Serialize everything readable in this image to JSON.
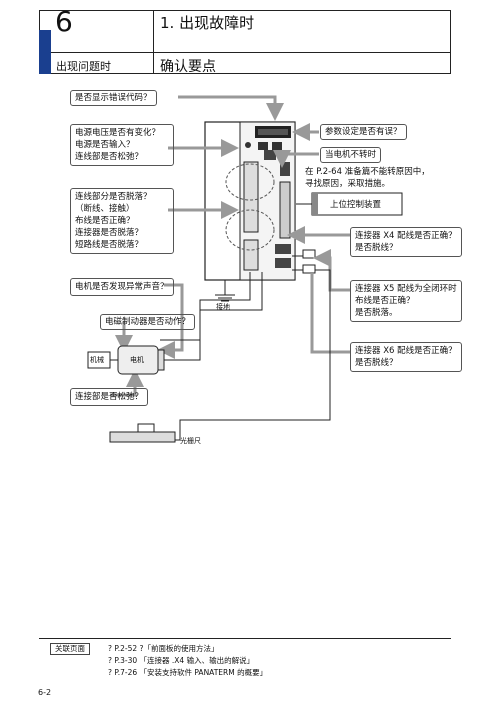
{
  "header": {
    "chapter_number": "6",
    "title": "1. 出现故障时",
    "left_label": "出现问题时",
    "right_label": "确认要点",
    "accent_color": "#1a3f8f"
  },
  "callouts": {
    "error_code": "是否显示错误代码？",
    "power": [
      "电源电压是否有变化？",
      "电源是否输入？",
      "连线部是否松弛？"
    ],
    "wiring": [
      "连线部分是否脱落？",
      "（断线、接触）",
      "布线是否正确？",
      "连接器是否脱落？",
      "短路线是否脱落？"
    ],
    "params": "参数设定是否有误？",
    "motor_not_running": "当电机不转时",
    "motor_noise": "电机是否发现异常声音？",
    "brake": "电磁制动器是否动作？",
    "coupling": "连接部是否松弛？",
    "x4": [
      "连接器 X4 配线是否正确？",
      "是否脱线？"
    ],
    "x5": [
      "连接器 X5 配线为全闭环时",
      "布线是否正确？",
      "是否脱落。"
    ],
    "x6": [
      "连接器 X6 配线是否正确？",
      "是否脱线？"
    ]
  },
  "notes": {
    "refer": [
      "在 P.2-64 准备篇不能转原因中，",
      "寻找原因，采取措施。"
    ]
  },
  "labels": {
    "host_controller": "上位控制装置",
    "ground": "接地",
    "machine": "机械",
    "motor": "电机",
    "linear_scale": "光栅尺"
  },
  "footer": {
    "related_tag": "关联页面",
    "refs": [
      "? P.2-52 ?「前面板的使用方法」",
      "? P.3-30  「连接器  .X4  输入、输出的解说」",
      "? P.7-26  「安装支持软件 PANATERM 的概要」"
    ],
    "page_number": "6-2"
  }
}
